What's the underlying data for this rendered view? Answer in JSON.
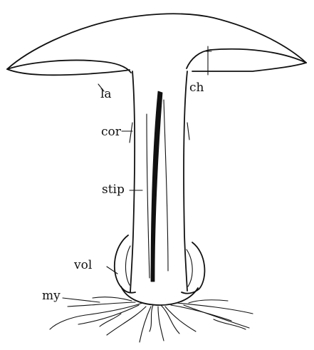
{
  "labels": {
    "la": "la",
    "ch": "ch",
    "cor": "cor",
    "stip": "stip",
    "vol": "vol",
    "my": "my"
  },
  "colors": {
    "ink": "#111111",
    "paper": "#ffffff"
  }
}
